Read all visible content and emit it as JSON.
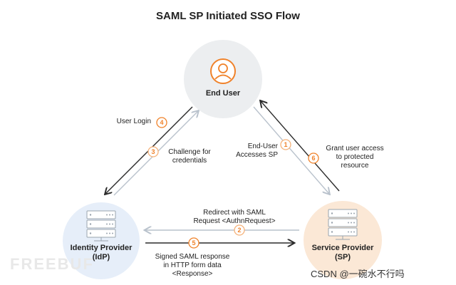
{
  "title": "SAML SP Initiated SSO Flow",
  "nodes": {
    "end_user": "End User",
    "idp_line1": "Identity Provider",
    "idp_line2": "(IdP)",
    "sp_line1": "Service Provider",
    "sp_line2": "(SP)"
  },
  "steps": [
    {
      "num": "1",
      "line1": "End-User",
      "line2": "Accesses SP"
    },
    {
      "num": "2",
      "line1": "Redirect with SAML",
      "line2": "Request <AuthnRequest>"
    },
    {
      "num": "3",
      "line1": "Challenge for",
      "line2": "credentials"
    },
    {
      "num": "4",
      "line1": "User Login"
    },
    {
      "num": "5",
      "line1": "Signed SAML response",
      "line2": "in HTTP form data",
      "line3": "<Response>"
    },
    {
      "num": "6",
      "line1": "Grant user access",
      "line2": "to protected",
      "line3": "resource"
    }
  ],
  "colors": {
    "accent": "#f0822a",
    "arrow_dark": "#2b2b2b",
    "arrow_light": "#b9c2cc"
  },
  "watermark": "FREEBUF",
  "credit": "CSDN @一碗水不行吗"
}
